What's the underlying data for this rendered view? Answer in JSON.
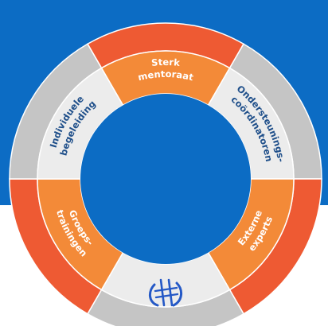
{
  "background": {
    "top_color": "#0c6cc4",
    "bottom_color": "#ffffff"
  },
  "colors": {
    "outer_orange": "#ee5a33",
    "outer_gray": "#c5c5c5",
    "inner_orange": "#f38a38",
    "inner_light": "#ececec",
    "hole": "#0c6cc4",
    "label_light": "#ffffff",
    "label_dark": "#1f4f8a"
  },
  "segments": [
    {
      "name": "sterk-mentoraat",
      "lines": [
        "Sterk",
        "mentoraat"
      ],
      "style": "orange"
    },
    {
      "name": "ondersteuningscoordinatoren",
      "lines": [
        "Ondersteunings-",
        "coördinatoren"
      ],
      "style": "light"
    },
    {
      "name": "externe-experts",
      "lines": [
        "Externe",
        "experts"
      ],
      "style": "orange"
    },
    {
      "name": "logo",
      "lines": [],
      "style": "light",
      "icon": "school-logo-icon"
    },
    {
      "name": "groepstrainingen",
      "lines": [
        "Groeps-",
        "trainingen"
      ],
      "style": "orange"
    },
    {
      "name": "individuele-begeleiding",
      "lines": [
        "Individuele",
        "begeleiding"
      ],
      "style": "light"
    }
  ]
}
